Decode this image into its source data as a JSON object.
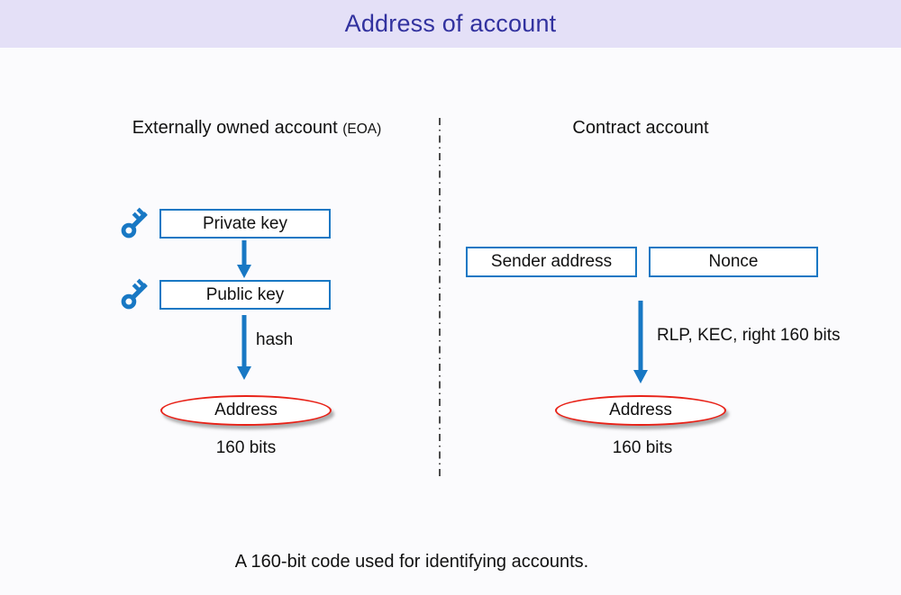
{
  "slide": {
    "title": "Address of account",
    "caption": "A 160-bit code used for identifying accounts."
  },
  "left_panel": {
    "heading": "Externally owned account",
    "heading_suffix": "(EOA)",
    "private_key_label": "Private key",
    "public_key_label": "Public key",
    "hash_label": "hash",
    "address_label": "Address",
    "bits_label": "160 bits"
  },
  "right_panel": {
    "heading": "Contract account",
    "sender_label": "Sender address",
    "nonce_label": "Nonce",
    "arrow_label": "RLP, KEC, right 160 bits",
    "address_label": "Address",
    "bits_label": "160 bits"
  },
  "colors": {
    "accent_blue": "#1878c4",
    "ellipse_red": "#e82218",
    "title_text": "#32329f",
    "titlebar_bg": "#e4e0f7",
    "slide_bg": "#fbfbfd",
    "divider_color": "#3a3a3a"
  },
  "icons": {
    "key": "key-icon",
    "arrow_down": "arrow-down-icon"
  }
}
